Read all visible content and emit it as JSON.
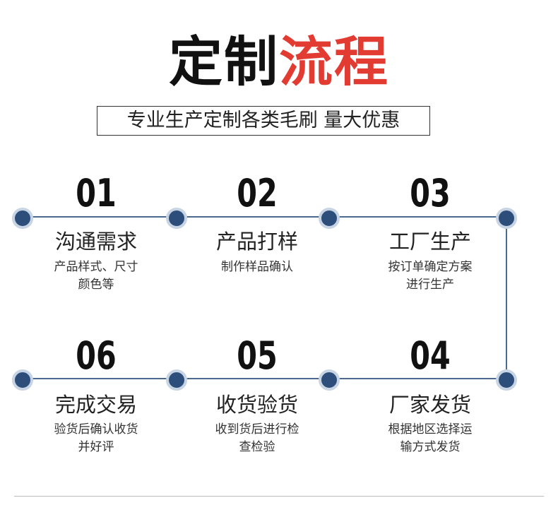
{
  "header": {
    "title_part1": "定制",
    "title_part2": "流程",
    "subtitle": "专业生产定制各类毛刷 量大优惠"
  },
  "steps": [
    {
      "num": "01",
      "title": "沟通需求",
      "desc1": "产品样式、尺寸",
      "desc2": "颜色等"
    },
    {
      "num": "02",
      "title": "产品打样",
      "desc1": "制作样品确认",
      "desc2": ""
    },
    {
      "num": "03",
      "title": "工厂生产",
      "desc1": "按订单确定方案",
      "desc2": "进行生产"
    },
    {
      "num": "04",
      "title": "厂家发货",
      "desc1": "根据地区选择运",
      "desc2": "输方式发货"
    },
    {
      "num": "05",
      "title": "收货验货",
      "desc1": "收到货后进行检",
      "desc2": "查检验"
    },
    {
      "num": "06",
      "title": "完成交易",
      "desc1": "验货后确认收货",
      "desc2": "并好评"
    }
  ],
  "colors": {
    "accent_red": "#e23b32",
    "dot_blue": "#2d4d7a",
    "line_blue": "#4a6a90"
  }
}
